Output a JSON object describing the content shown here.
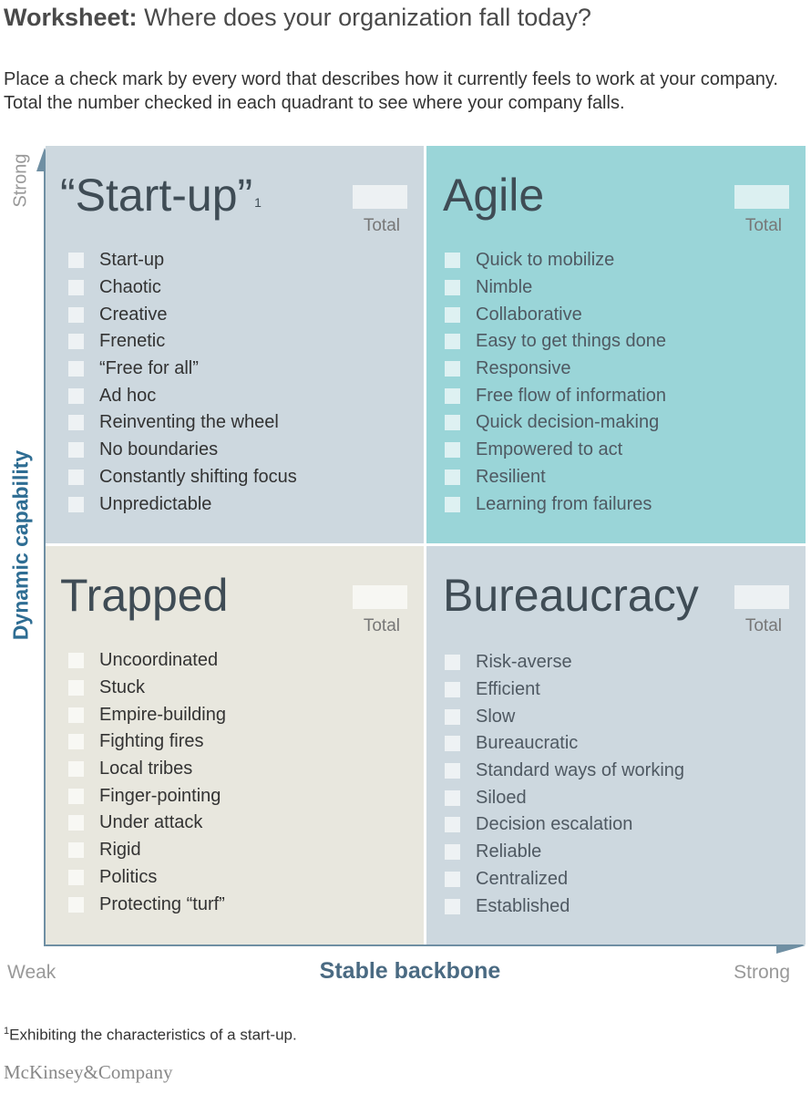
{
  "title": {
    "bold": "Worksheet:",
    "rest": "Where does your organization fall today?"
  },
  "intro": "Place a check mark by every word that describes how it currently feels to work at your company. Total the number checked in each quadrant to see where your company falls.",
  "axes": {
    "y": {
      "title": "Dynamic capability",
      "strong_label": "Strong"
    },
    "x": {
      "title": "Stable backbone",
      "weak_label": "Weak",
      "strong_label": "Strong"
    }
  },
  "total_label": "Total",
  "quadrants": {
    "startup": {
      "name": "“Start-up”",
      "footnote_marker": "1",
      "items": [
        "Start-up",
        "Chaotic",
        "Creative",
        "Frenetic",
        "“Free for all”",
        "Ad hoc",
        "Reinventing the wheel",
        "No boundaries",
        "Constantly shifting focus",
        "Unpredictable"
      ]
    },
    "agile": {
      "name": "Agile",
      "items": [
        "Quick to mobilize",
        "Nimble",
        "Collaborative",
        "Easy to get things done",
        "Responsive",
        "Free flow of information",
        "Quick decision-making",
        "Empowered to act",
        "Resilient",
        "Learning from failures"
      ]
    },
    "trapped": {
      "name": "Trapped",
      "items": [
        "Uncoordinated",
        "Stuck",
        "Empire-building",
        "Fighting fires",
        "Local tribes",
        "Finger-pointing",
        "Under attack",
        "Rigid",
        "Politics",
        "Protecting “turf”"
      ]
    },
    "bureaucracy": {
      "name": "Bureaucracy",
      "items": [
        "Risk-averse",
        "Efficient",
        "Slow",
        "Bureaucratic",
        "Standard ways of working",
        "Siloed",
        "Decision escalation",
        "Reliable",
        "Centralized",
        "Established"
      ]
    }
  },
  "footnote": {
    "marker": "1",
    "text": "Exhibiting the characteristics of a start-up."
  },
  "logo": "McKinsey&Company",
  "colors": {
    "startup_bg": "#cdd8df",
    "agile_bg": "#9ad5d8",
    "trapped_bg": "#e8e7de",
    "bureaucracy_bg": "#cdd8df",
    "axis": "#6f8fa3",
    "axis_title_y": "#2e6d93",
    "axis_title_x": "#4a6a82"
  }
}
